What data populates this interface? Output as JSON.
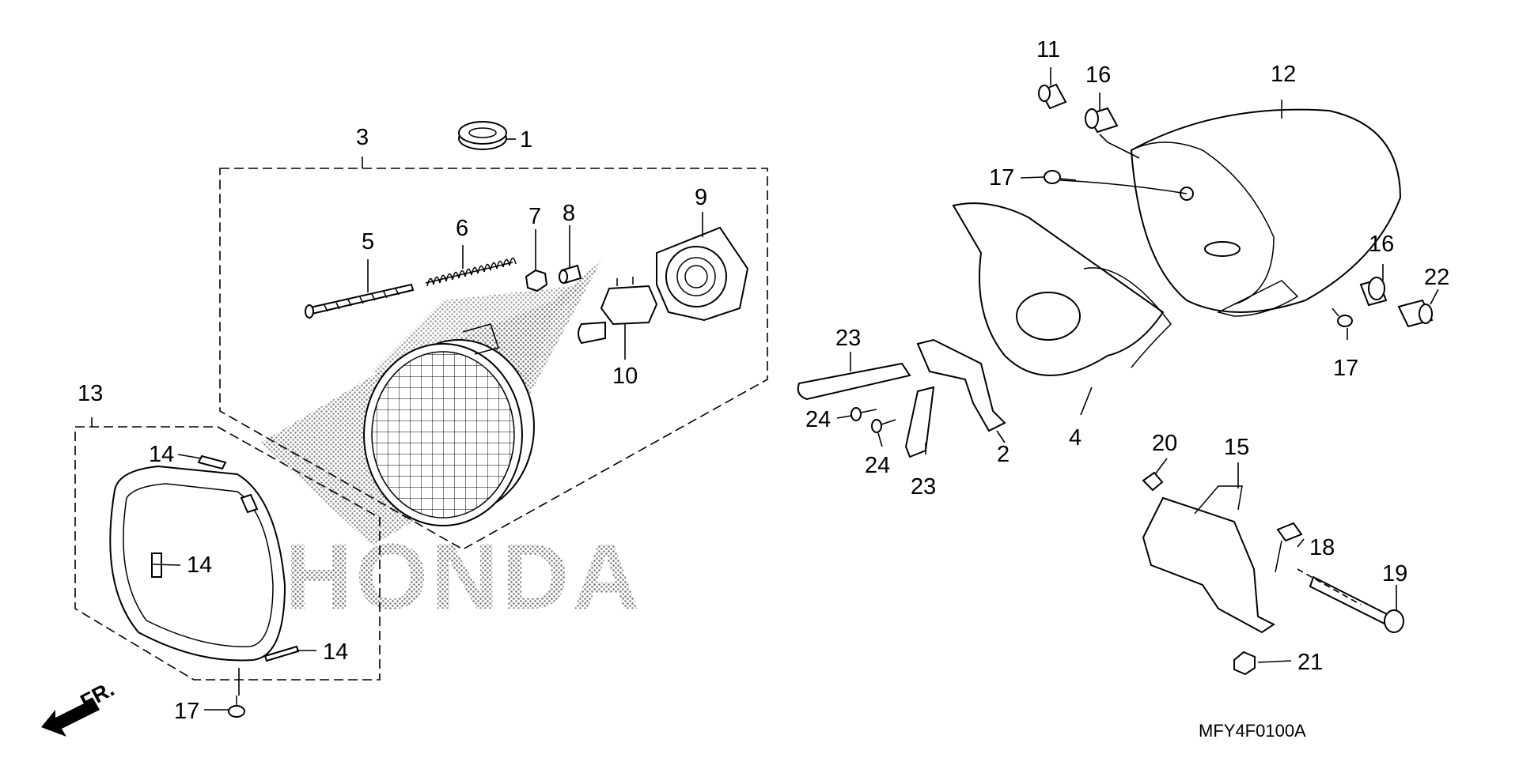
{
  "diagram_code": "MFY4F0100A",
  "brand": "HONDA",
  "front_marker": "FR.",
  "callouts": {
    "c1": "1",
    "c2": "2",
    "c3": "3",
    "c4": "4",
    "c5": "5",
    "c6": "6",
    "c7": "7",
    "c8": "8",
    "c9": "9",
    "c10": "10",
    "c11": "11",
    "c12": "12",
    "c13": "13",
    "c14a": "14",
    "c14b": "14",
    "c14c": "14",
    "c15": "15",
    "c16a": "16",
    "c16b": "16",
    "c17a": "17",
    "c17b": "17",
    "c17c": "17",
    "c18": "18",
    "c19": "19",
    "c20": "20",
    "c21": "21",
    "c22": "22",
    "c23a": "23",
    "c23b": "23",
    "c24a": "24",
    "c24b": "24"
  }
}
